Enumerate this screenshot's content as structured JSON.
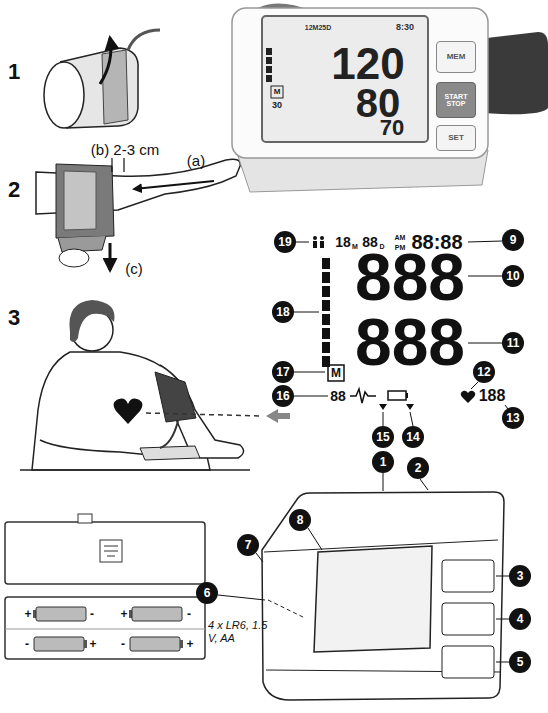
{
  "diagram": {
    "nodes": [
      {
        "text": [
          "MEM"
        ]
      },
      {
        "text": [
          "START STOP"
        ]
      },
      {
        "text": [
          "SET"
        ]
      },
      {
        "text": [
          "19"
        ]
      },
      {
        "text": [
          "9"
        ]
      },
      {
        "text": [
          "10"
        ]
      },
      {
        "text": [
          "18"
        ]
      },
      {
        "text": [
          "11"
        ]
      },
      {
        "text": [
          "17"
        ]
      },
      {
        "text": [
          "12"
        ]
      },
      {
        "text": [
          "16"
        ]
      },
      {
        "text": [
          "13"
        ]
      },
      {
        "text": [
          "15"
        ]
      },
      {
        "text": [
          "14"
        ]
      },
      {
        "text": [
          "1"
        ]
      },
      {
        "text": [
          "2"
        ]
      },
      {
        "text": [
          "8"
        ]
      },
      {
        "text": [
          "7"
        ]
      },
      {
        "text": [
          "3"
        ]
      },
      {
        "text": [
          "6"
        ]
      },
      {
        "text": [
          "4"
        ]
      },
      {
        "text": [
          "5"
        ]
      }
    ],
    "labels": [
      "1",
      "2",
      "3",
      "(b) 2-3 cm",
      "(a)",
      "(c)",
      "12M25D",
      "8:30",
      "120",
      "80",
      "70",
      "M",
      "30",
      "18",
      "M",
      "88",
      "D",
      "AM",
      "PM",
      "88:88",
      "888",
      "888",
      "M",
      "88",
      "188",
      "4 x LR6, 1.5 V, AA",
      "+",
      "-",
      "+",
      "-",
      "-",
      "+",
      "-",
      "+"
    ]
  }
}
